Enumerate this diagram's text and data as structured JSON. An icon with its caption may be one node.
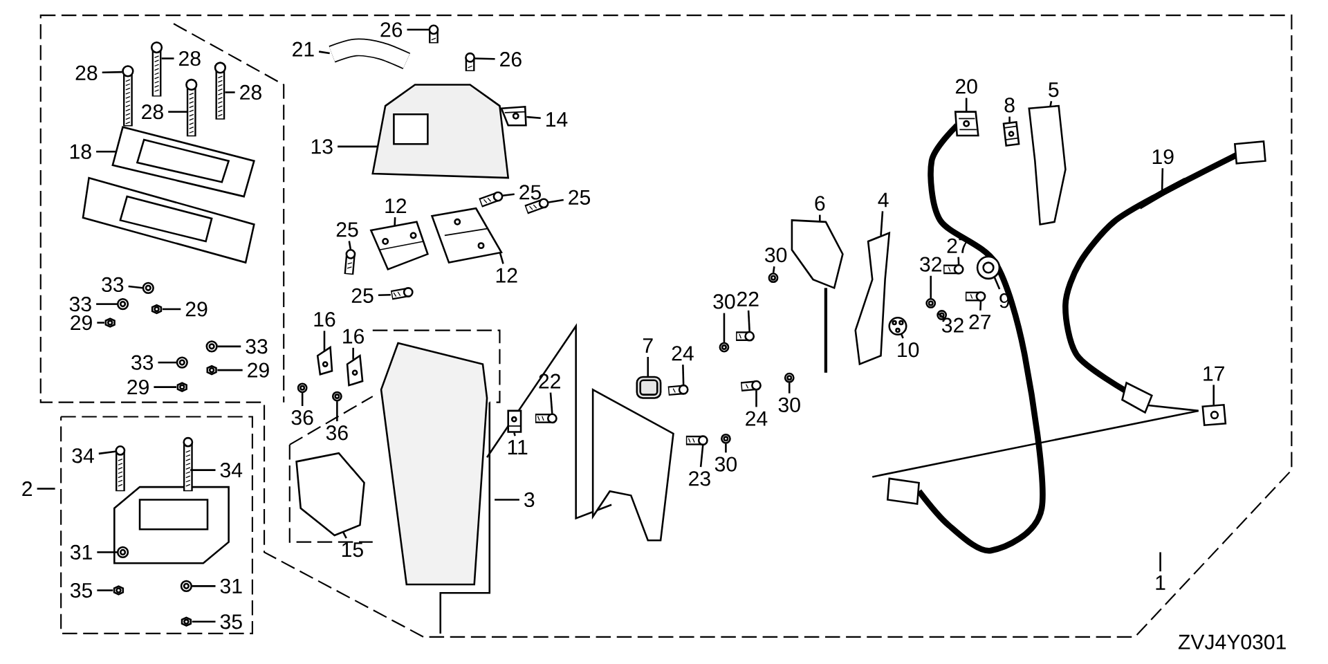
{
  "diagram": {
    "nodes": [
      {
        "text": [
          "26"
        ]
      },
      {
        "text": [
          "26"
        ]
      },
      {
        "text": [
          "21"
        ]
      },
      {
        "text": [
          "28"
        ]
      },
      {
        "text": [
          "28"
        ]
      },
      {
        "text": [
          "20"
        ]
      },
      {
        "text": [
          "5"
        ]
      },
      {
        "text": [
          "28"
        ]
      },
      {
        "text": [
          "8"
        ]
      },
      {
        "text": [
          "28"
        ]
      },
      {
        "text": [
          "14"
        ]
      },
      {
        "text": [
          "13"
        ]
      },
      {
        "text": [
          "18"
        ]
      },
      {
        "text": [
          "19"
        ]
      },
      {
        "text": [
          "25"
        ]
      },
      {
        "text": [
          "25"
        ]
      },
      {
        "text": [
          "4"
        ]
      },
      {
        "text": [
          "6"
        ]
      },
      {
        "text": [
          "12"
        ]
      },
      {
        "text": [
          "25"
        ]
      },
      {
        "text": [
          "27"
        ]
      },
      {
        "text": [
          "30"
        ]
      },
      {
        "text": [
          "32"
        ]
      },
      {
        "text": [
          "12"
        ]
      },
      {
        "text": [
          "33"
        ]
      },
      {
        "text": [
          "25"
        ]
      },
      {
        "text": [
          "22"
        ]
      },
      {
        "text": [
          "30"
        ]
      },
      {
        "text": [
          "33"
        ]
      },
      {
        "text": [
          "29"
        ]
      },
      {
        "text": [
          "9"
        ]
      },
      {
        "text": [
          "16"
        ]
      },
      {
        "text": [
          "29"
        ]
      },
      {
        "text": [
          "27"
        ]
      },
      {
        "text": [
          "32"
        ]
      },
      {
        "text": [
          "16"
        ]
      },
      {
        "text": [
          "7"
        ]
      },
      {
        "text": [
          "33"
        ]
      },
      {
        "text": [
          "10"
        ]
      },
      {
        "text": [
          "24"
        ]
      },
      {
        "text": [
          "33"
        ]
      },
      {
        "text": [
          "29"
        ]
      },
      {
        "text": [
          "17"
        ]
      },
      {
        "text": [
          "22"
        ]
      },
      {
        "text": [
          "29"
        ]
      },
      {
        "text": [
          "30"
        ]
      },
      {
        "text": [
          "36"
        ]
      },
      {
        "text": [
          "24"
        ]
      },
      {
        "text": [
          "36"
        ]
      },
      {
        "text": [
          "11"
        ]
      },
      {
        "text": [
          "34"
        ]
      },
      {
        "text": [
          "30"
        ]
      },
      {
        "text": [
          "34"
        ]
      },
      {
        "text": [
          "23"
        ]
      },
      {
        "text": [
          "2"
        ]
      },
      {
        "text": [
          "3"
        ]
      },
      {
        "text": [
          "15"
        ]
      },
      {
        "text": [
          "31"
        ]
      },
      {
        "text": [
          "1"
        ]
      },
      {
        "text": [
          "31"
        ]
      },
      {
        "text": [
          "35"
        ]
      },
      {
        "text": [
          "35"
        ]
      },
      {
        "text": [],
        "shape": "picture"
      },
      {
        "text": [],
        "shape": "picture"
      },
      {
        "text": [],
        "shape": "picture"
      },
      {
        "text": [],
        "shape": "picture"
      },
      {
        "text": [],
        "shape": "picture"
      },
      {
        "text": [],
        "shape": "picture"
      },
      {
        "text": [],
        "shape": "picture"
      },
      {
        "text": [],
        "shape": "picture"
      },
      {
        "text": [],
        "shape": "picture"
      },
      {
        "text": [],
        "shape": "picture"
      },
      {
        "text": [],
        "shape": "picture"
      },
      {
        "text": [],
        "shape": "picture"
      },
      {
        "text": [],
        "shape": "picture"
      },
      {
        "text": [],
        "shape": "picture"
      },
      {
        "text": [],
        "shape": "picture"
      },
      {
        "text": [],
        "shape": "picture"
      },
      {
        "text": [],
        "shape": "picture"
      },
      {
        "text": [],
        "shape": "picture"
      },
      {
        "text": [],
        "shape": "picture"
      },
      {
        "text": [],
        "shape": "picture"
      },
      {
        "text": [],
        "shape": "picture"
      },
      {
        "text": [],
        "shape": "picture"
      },
      {
        "text": [],
        "shape": "picture"
      },
      {
        "text": [],
        "shape": "picture"
      },
      {
        "text": [],
        "shape": "picture"
      },
      {
        "text": [],
        "shape": "picture"
      },
      {
        "text": [],
        "shape": "picture"
      },
      {
        "text": [],
        "shape": "picture"
      },
      {
        "text": [],
        "shape": "picture"
      },
      {
        "text": [],
        "shape": "picture"
      },
      {
        "text": [],
        "shape": "picture"
      },
      {
        "text": [],
        "shape": "picture"
      },
      {
        "text": [],
        "shape": "picture"
      },
      {
        "text": [],
        "shape": "picture"
      },
      {
        "text": [],
        "shape": "picture"
      },
      {
        "text": [],
        "shape": "picture"
      },
      {
        "text": [],
        "shape": "picture"
      },
      {
        "text": [],
        "shape": "picture"
      },
      {
        "text": [],
        "shape": "picture"
      },
      {
        "text": [],
        "shape": "picture"
      },
      {
        "text": [],
        "shape": "picture"
      },
      {
        "text": [],
        "shape": "picture"
      },
      {
        "text": [],
        "shape": "picture"
      },
      {
        "text": [],
        "shape": "picture"
      },
      {
        "text": [],
        "shape": "picture"
      },
      {
        "text": [],
        "shape": "picture"
      },
      {
        "text": [],
        "shape": "picture"
      },
      {
        "text": [],
        "shape": "picture"
      },
      {
        "text": [],
        "shape": "picture"
      },
      {
        "text": [],
        "shape": "picture"
      },
      {
        "text": [],
        "shape": "picture"
      },
      {
        "text": [],
        "shape": "picture"
      },
      {
        "text": [],
        "shape": "picture"
      },
      {
        "text": [],
        "shape": "picture"
      },
      {
        "text": [],
        "shape": "picture"
      },
      {
        "text": [],
        "shape": "picture"
      },
      {
        "text": [],
        "shape": "picture"
      },
      {
        "text": [],
        "shape": "picture"
      },
      {
        "text": [],
        "shape": "picture"
      }
    ],
    "edges": [
      {
        "from": 0,
        "to": 62,
        "arrow": "none"
      },
      {
        "from": 1,
        "to": 63,
        "arrow": "none"
      },
      {
        "from": 2,
        "to": 64,
        "arrow": "none"
      },
      {
        "from": 3,
        "to": 65,
        "arrow": "none"
      },
      {
        "from": 4,
        "to": 66,
        "arrow": "none"
      },
      {
        "from": 5,
        "to": 67,
        "arrow": "none"
      },
      {
        "from": 6,
        "to": 68,
        "arrow": "none"
      },
      {
        "from": 7,
        "to": 69,
        "arrow": "none"
      },
      {
        "from": 8,
        "to": 70,
        "arrow": "none"
      },
      {
        "from": 9,
        "to": 71,
        "arrow": "none"
      },
      {
        "from": 10,
        "to": 72,
        "arrow": "none"
      },
      {
        "from": 11,
        "to": 73,
        "arrow": "none"
      },
      {
        "from": 12,
        "to": 74,
        "arrow": "none"
      },
      {
        "from": 13,
        "to": 75,
        "arrow": "none"
      },
      {
        "from": 14,
        "to": 76,
        "arrow": "none"
      },
      {
        "from": 15,
        "to": 77,
        "arrow": "none"
      },
      {
        "from": 16,
        "to": 78,
        "arrow": "none"
      },
      {
        "from": 17,
        "to": 79,
        "arrow": "none"
      },
      {
        "from": 18,
        "to": 80,
        "arrow": "none"
      },
      {
        "from": 19,
        "to": 81,
        "arrow": "none"
      },
      {
        "from": 20,
        "to": 82,
        "arrow": "none"
      },
      {
        "from": 21,
        "to": 83,
        "arrow": "none"
      },
      {
        "from": 22,
        "to": 84,
        "arrow": "none"
      },
      {
        "from": 23,
        "to": 85,
        "arrow": "none"
      },
      {
        "from": 24,
        "to": 86,
        "arrow": "none"
      },
      {
        "from": 25,
        "to": 87,
        "arrow": "none"
      },
      {
        "from": 26,
        "to": 88,
        "arrow": "none"
      },
      {
        "from": 27,
        "to": 89,
        "arrow": "none"
      },
      {
        "from": 28,
        "to": 90,
        "arrow": "none"
      },
      {
        "from": 29,
        "to": 91,
        "arrow": "none"
      },
      {
        "from": 30,
        "to": 92,
        "arrow": "none"
      },
      {
        "from": 31,
        "to": 93,
        "arrow": "none"
      },
      {
        "from": 32,
        "to": 94,
        "arrow": "none"
      },
      {
        "from": 33,
        "to": 95,
        "arrow": "none"
      },
      {
        "from": 34,
        "to": 96,
        "arrow": "none"
      },
      {
        "from": 35,
        "to": 97,
        "arrow": "none"
      },
      {
        "from": 36,
        "to": 98,
        "arrow": "none"
      },
      {
        "from": 37,
        "to": 99,
        "arrow": "none"
      },
      {
        "from": 38,
        "to": 100,
        "arrow": "none"
      },
      {
        "from": 39,
        "to": 101,
        "arrow": "none"
      },
      {
        "from": 40,
        "to": 102,
        "arrow": "none"
      },
      {
        "from": 41,
        "to": 103,
        "arrow": "none"
      },
      {
        "from": 42,
        "to": 104,
        "arrow": "none"
      },
      {
        "from": 43,
        "to": 105,
        "arrow": "none"
      },
      {
        "from": 44,
        "to": 106,
        "arrow": "none"
      },
      {
        "from": 45,
        "to": 107,
        "arrow": "none"
      },
      {
        "from": 46,
        "to": 108,
        "arrow": "none"
      },
      {
        "from": 47,
        "to": 109,
        "arrow": "none"
      },
      {
        "from": 48,
        "to": 110,
        "arrow": "none"
      },
      {
        "from": 49,
        "to": 111,
        "arrow": "none"
      },
      {
        "from": 50,
        "to": 112,
        "arrow": "none"
      },
      {
        "from": 51,
        "to": 113,
        "arrow": "none"
      },
      {
        "from": 52,
        "to": 114,
        "arrow": "none"
      },
      {
        "from": 53,
        "to": 115,
        "arrow": "none"
      },
      {
        "from": 54,
        "to": null,
        "arrow": "none"
      },
      {
        "from": 55,
        "to": null,
        "arrow": "none"
      },
      {
        "from": 56,
        "to": 116,
        "arrow": "none"
      },
      {
        "from": 57,
        "to": 117,
        "arrow": "none"
      },
      {
        "from": 58,
        "to": null,
        "arrow": "none"
      },
      {
        "from": 59,
        "to": 118,
        "arrow": "none"
      },
      {
        "from": 60,
        "to": 119,
        "arrow": "none"
      },
      {
        "from": 61,
        "to": 120,
        "arrow": "none"
      }
    ],
    "labels": [
      "ZVJ4Y0301"
    ]
  }
}
